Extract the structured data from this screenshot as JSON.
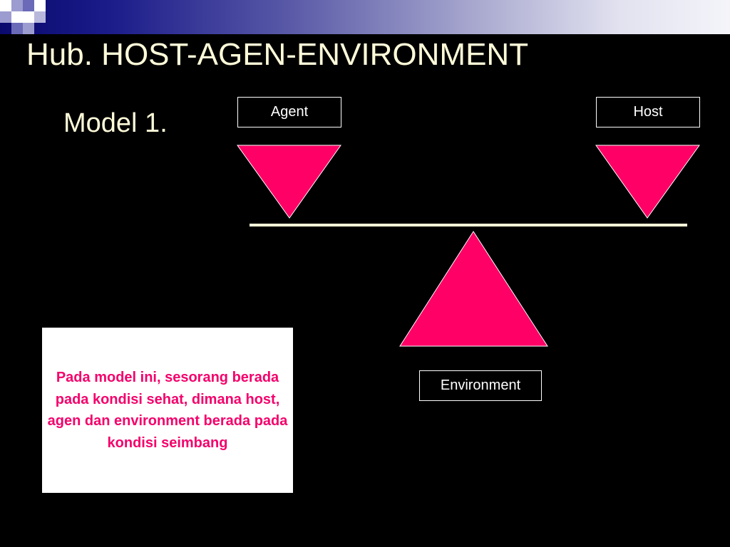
{
  "slide": {
    "title": "Hub. HOST-AGEN-ENVIRONMENT",
    "model_label": "Model 1."
  },
  "diagram": {
    "agent_label": "Agent",
    "host_label": "Host",
    "environment_label": "Environment",
    "shape_color": "#ff0066",
    "beam_color": "#fffbd9"
  },
  "note": {
    "text": "Pada model ini, sesorang berada pada kondisi sehat, dimana host, agen dan environment berada pada kondisi seimbang",
    "text_color": "#f4006b"
  },
  "theme": {
    "background": "#000000",
    "title_color": "#fffbd9",
    "header_band_start": "#0a0a6e",
    "header_band_end": "#f4f4fa"
  }
}
